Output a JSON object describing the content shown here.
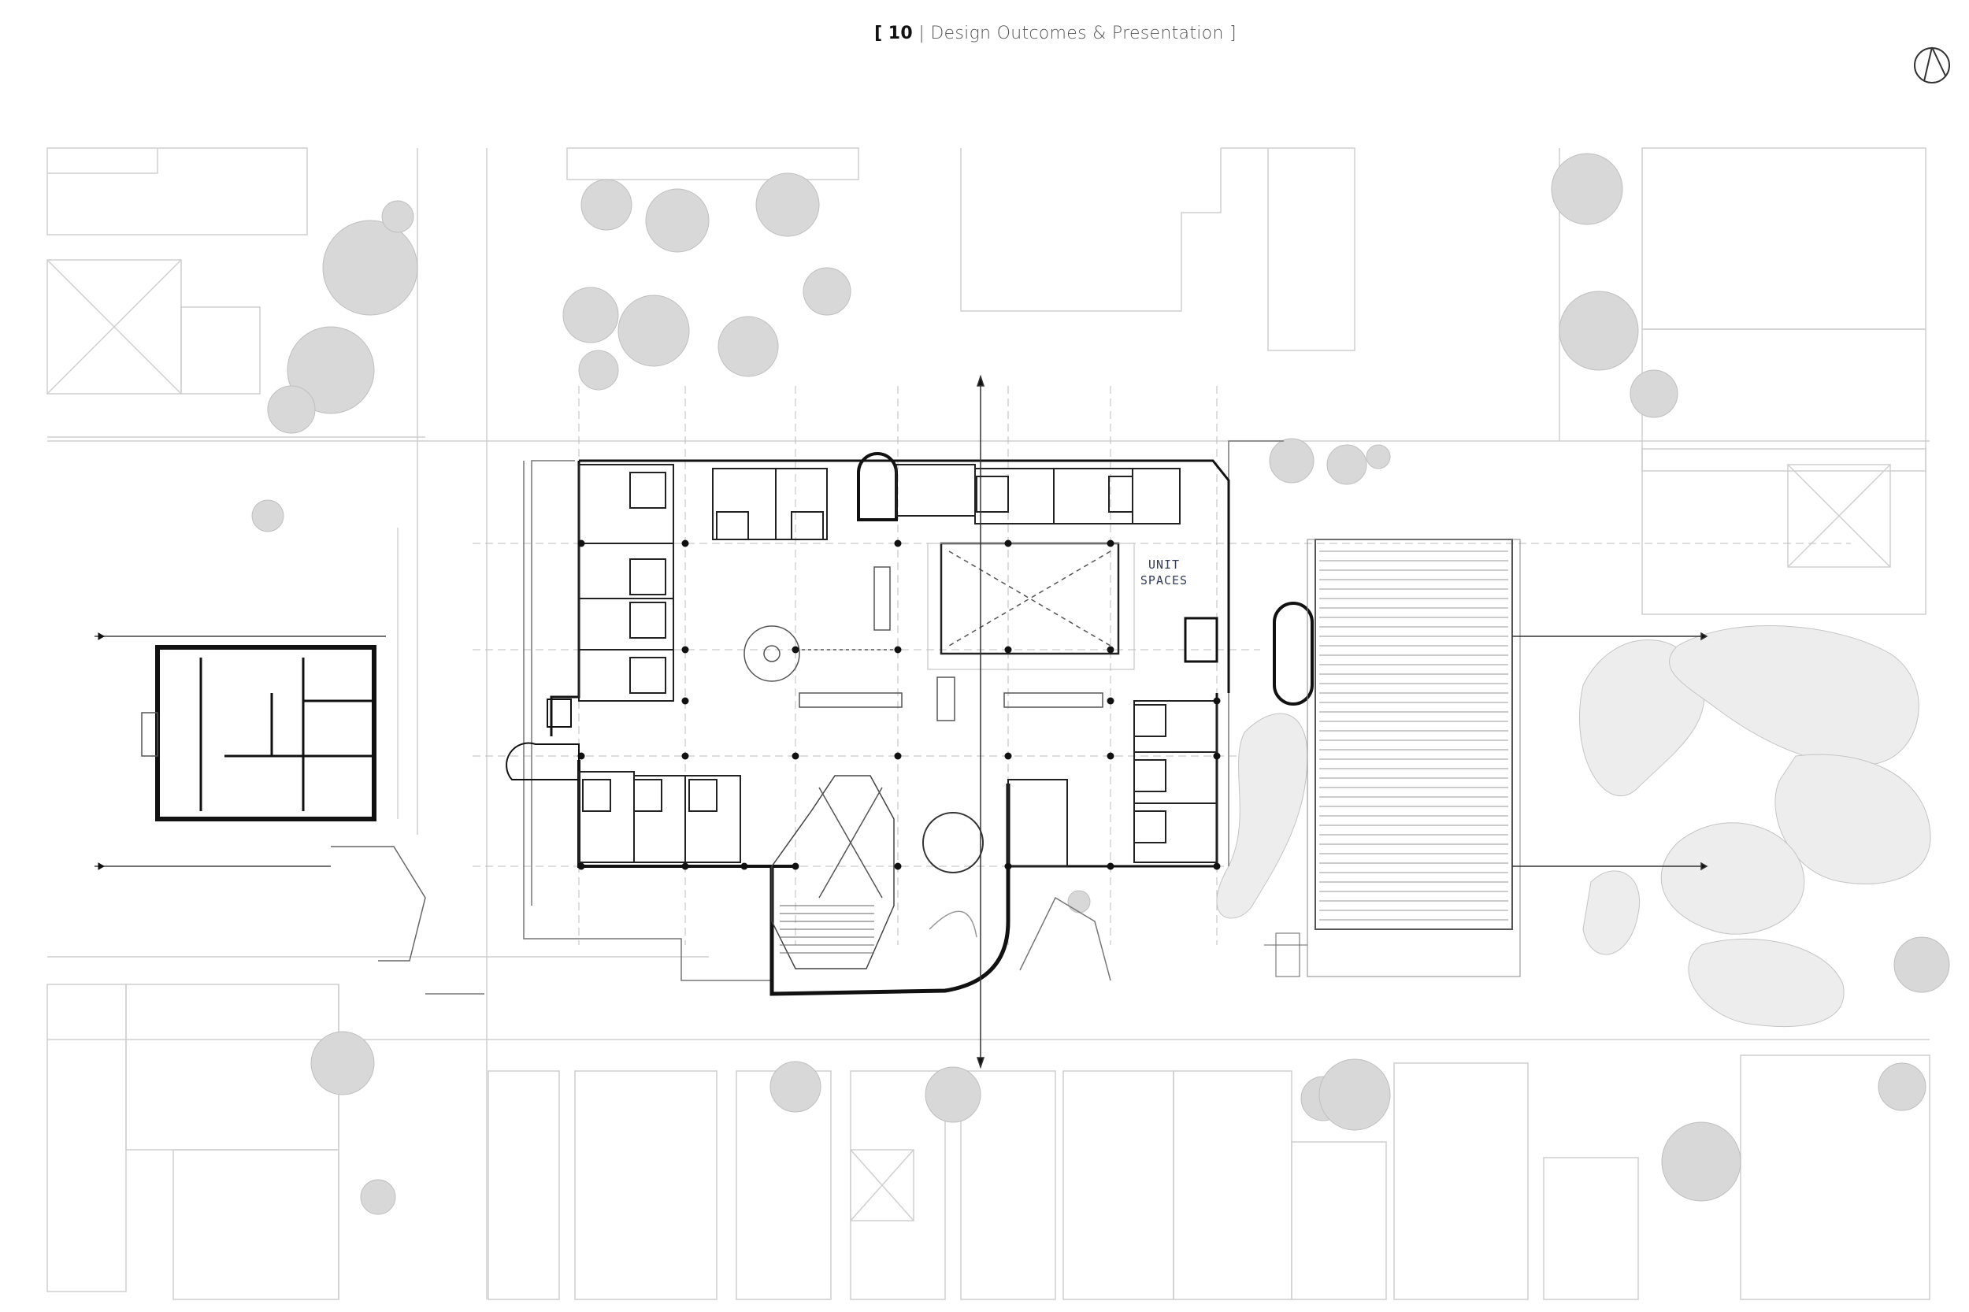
{
  "header": {
    "number": "10",
    "open_bracket": "[",
    "title": "| Design Outcomes & Presentation ]"
  },
  "plan": {
    "label_line1": "UNIT",
    "label_line2": "SPACES"
  },
  "icons": {
    "north": "north-arrow-icon"
  },
  "colors": {
    "context_lines": "#cfcfcf",
    "walls": "#111111",
    "trees": "#c8c8c8"
  }
}
